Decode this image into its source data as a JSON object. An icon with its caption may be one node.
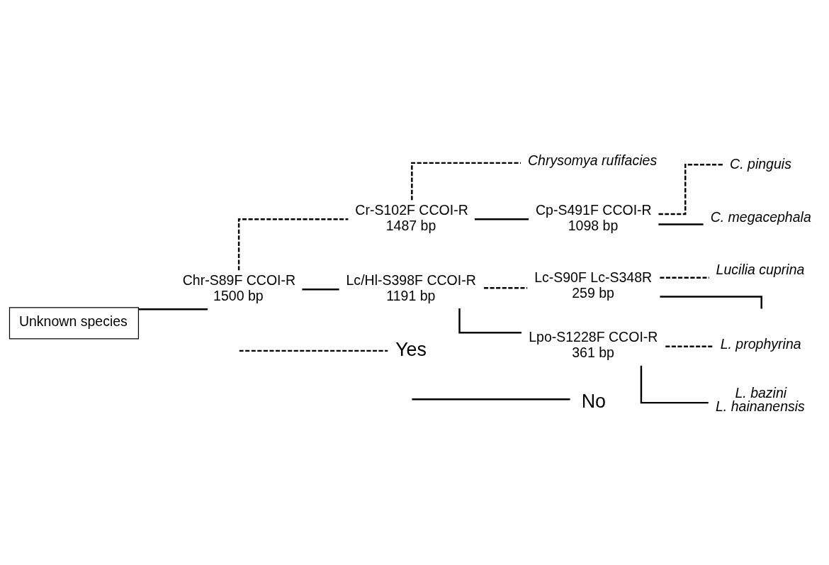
{
  "diagram": {
    "nodes": [
      {
        "text": [
          "Unknown species"
        ]
      },
      {
        "text": [
          "Chr-S89F CCOI-R",
          "1500 bp"
        ]
      },
      {
        "text": [
          "Cr-S102F CCOI-R",
          "1487 bp"
        ]
      },
      {
        "text": [
          "Chrysomya rufifacies"
        ]
      },
      {
        "text": [
          "Cp-S491F CCOI-R",
          "1098 bp"
        ]
      },
      {
        "text": [
          "C. pinguis"
        ]
      },
      {
        "text": [
          "C. megacephala"
        ]
      },
      {
        "text": [
          "Lc/Hl-S398F CCOI-R",
          "1191 bp"
        ]
      },
      {
        "text": [
          "Lc-S90F Lc-S348R",
          "259 bp"
        ]
      },
      {
        "text": [
          "Lucilia cuprina"
        ]
      },
      {
        "text": [
          "Lpo-S1228F CCOI-R",
          "361 bp"
        ]
      },
      {
        "text": [
          "L. prophyrina"
        ]
      },
      {
        "text": [
          "L. bazini",
          "L. hainanensis"
        ]
      }
    ],
    "edges": [
      {
        "from": 0,
        "to": 1,
        "arrow": "none"
      },
      {
        "from": 1,
        "to": 2,
        "arrow": "none",
        "style": "dashed"
      },
      {
        "from": 1,
        "to": 7,
        "arrow": "none"
      },
      {
        "from": 2,
        "to": 3,
        "arrow": "none",
        "style": "dashed"
      },
      {
        "from": 2,
        "to": 4,
        "arrow": "none"
      },
      {
        "from": 4,
        "to": 5,
        "arrow": "none",
        "style": "dashed"
      },
      {
        "from": 4,
        "to": 6,
        "arrow": "none"
      },
      {
        "from": 7,
        "to": 8,
        "arrow": "none",
        "style": "dashed"
      },
      {
        "from": 7,
        "to": 10,
        "arrow": "none"
      },
      {
        "from": 8,
        "to": 9,
        "arrow": "none",
        "style": "dashed"
      },
      {
        "from": 8,
        "to": null,
        "arrow": "none"
      },
      {
        "from": 10,
        "to": 11,
        "arrow": "none",
        "style": "dashed"
      },
      {
        "from": 10,
        "to": 12,
        "arrow": "none"
      }
    ],
    "legend": [
      {
        "text": "Yes"
      },
      {
        "text": "No"
      }
    ]
  }
}
